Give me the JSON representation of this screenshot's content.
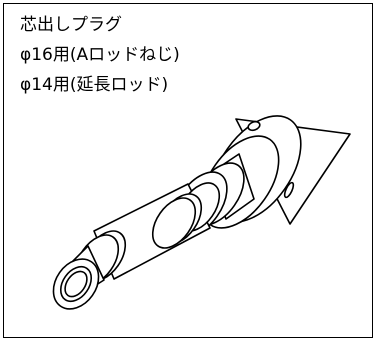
{
  "doc": {
    "title": "芯出しプラグ",
    "line1": "φ16用(Aロッドねじ)",
    "line2": "φ14用(延長ロッド)"
  },
  "illustration": {
    "icon": "centering-plug-drawing"
  }
}
